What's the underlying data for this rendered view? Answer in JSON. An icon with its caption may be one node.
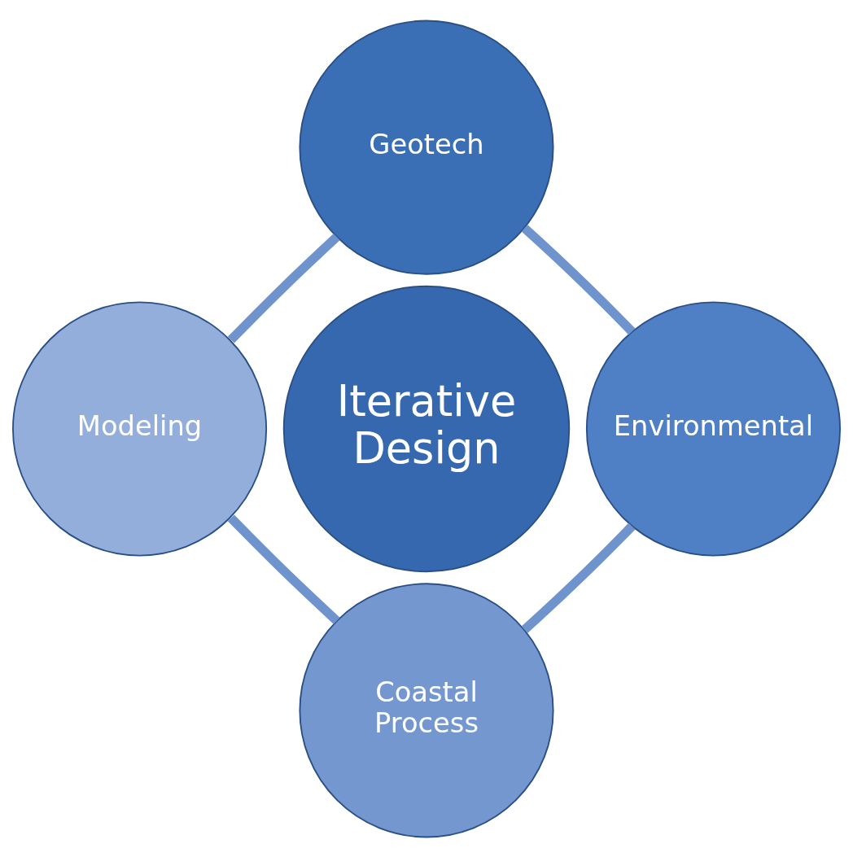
{
  "diagram": {
    "nodes": [
      {
        "text": [
          "Geotech"
        ]
      },
      {
        "text": [
          "Modeling"
        ]
      },
      {
        "text": [
          "Iterative Design"
        ]
      },
      {
        "text": [
          "Environmental"
        ]
      },
      {
        "text": [
          "Coastal Process"
        ]
      }
    ],
    "edges": [
      {
        "from": 0,
        "to": 3,
        "arrow": "none"
      },
      {
        "from": 3,
        "to": 4,
        "arrow": "none"
      },
      {
        "from": 4,
        "to": 1,
        "arrow": "none"
      },
      {
        "from": 1,
        "to": 0,
        "arrow": "none"
      }
    ]
  }
}
